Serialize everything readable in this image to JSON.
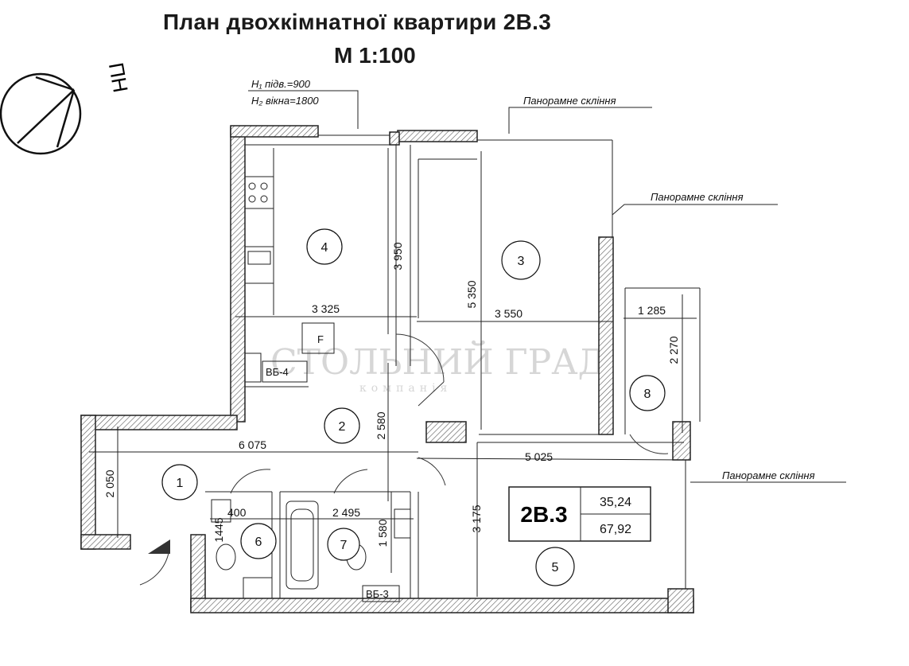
{
  "header": {
    "title": "План двохкімнатної квартири 2В.3",
    "scale": "М 1:100"
  },
  "compass": {
    "label": "ПН"
  },
  "annotations": {
    "h1": "H₁ підв.=900",
    "h2": "H₂ вікна=1800",
    "glazing_top": "Панорамне скління",
    "glazing_right": "Панорамне скління",
    "glazing_lower": "Панорамне скління"
  },
  "rooms": [
    {
      "id": "room-1",
      "number": "1"
    },
    {
      "id": "room-2",
      "number": "2"
    },
    {
      "id": "room-3",
      "number": "3"
    },
    {
      "id": "room-4",
      "number": "4"
    },
    {
      "id": "room-5",
      "number": "5"
    },
    {
      "id": "room-6",
      "number": "6"
    },
    {
      "id": "room-7",
      "number": "7"
    },
    {
      "id": "room-8",
      "number": "8"
    }
  ],
  "dimensions": {
    "d3950": "3 950",
    "d3325": "3 325",
    "d5350": "5 350",
    "d3550": "3 550",
    "d1285": "1 285",
    "d2270": "2 270",
    "d2580": "2 580",
    "d6075": "6 075",
    "d5025": "5 025",
    "d2050": "2 050",
    "d400": "400",
    "d2495": "2 495",
    "d1445": "1445",
    "d1580": "1 580",
    "d3175": "3 175"
  },
  "shafts": {
    "vb4": "ВБ-4",
    "vb3": "ВБ-3"
  },
  "fridge": "F",
  "apartment": {
    "code": "2В.3",
    "living_area": "35,24",
    "total_area": "67,92"
  },
  "watermark": {
    "brand": "СТОЛЬНИЙ ГРАД",
    "sub": "компанія"
  }
}
